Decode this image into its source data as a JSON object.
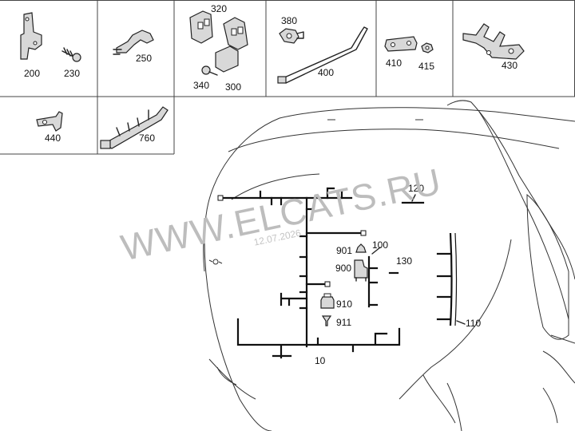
{
  "parts_row1": [
    {
      "key": "p200",
      "label": "200"
    },
    {
      "key": "p230",
      "label": "230"
    },
    {
      "key": "p250",
      "label": "250"
    },
    {
      "key": "p320",
      "label": "320"
    },
    {
      "key": "p340",
      "label": "340"
    },
    {
      "key": "p300",
      "label": "300"
    },
    {
      "key": "p380",
      "label": "380"
    },
    {
      "key": "p400",
      "label": "400"
    },
    {
      "key": "p410",
      "label": "410"
    },
    {
      "key": "p415",
      "label": "415"
    },
    {
      "key": "p430",
      "label": "430"
    }
  ],
  "parts_row2": [
    {
      "key": "p440",
      "label": "440"
    },
    {
      "key": "p760",
      "label": "760"
    }
  ],
  "diagram_labels": {
    "l10": "10",
    "l100": "100",
    "l110": "110",
    "l120": "120",
    "l130": "130",
    "l900": "900",
    "l901": "901",
    "l910": "910",
    "l911": "911"
  },
  "watermark": "WWW.ELCATS.RU",
  "date_stamp": "12.07.2026"
}
